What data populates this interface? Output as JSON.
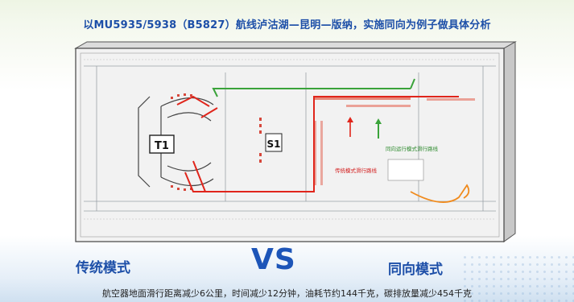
{
  "title": "以MU5935/5938（B5827）航线泸沽湖—昆明—版纳，实施同向为例子做具体分析",
  "map": {
    "terminal_label": "T1",
    "satellite_label": "S1",
    "legend_traditional": "传统模式滑行路线",
    "legend_same_direction": "同向运行模式滑行路线",
    "colors": {
      "traditional": "#e0251b",
      "same_direction": "#3aa33a",
      "orange_route": "#f08a1c",
      "slab": "#f2f2f2"
    }
  },
  "left_label": "传统模式",
  "vs_label": "VS",
  "right_label": "同向模式",
  "footnote": "航空器地面滑行距离减少6公里，时间减少12分钟，油耗节约144千克，碳排放量减少454千克"
}
